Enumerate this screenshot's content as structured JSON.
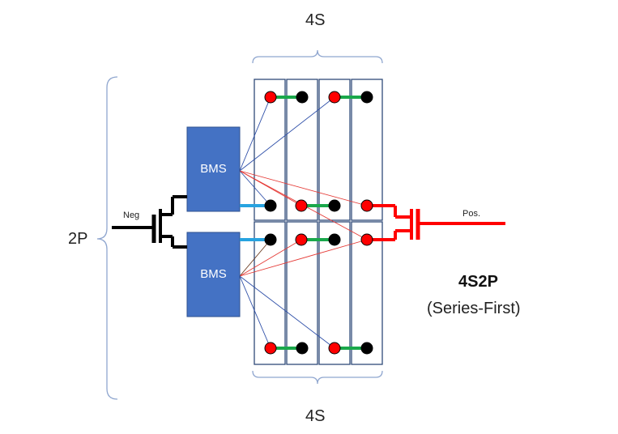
{
  "labels": {
    "top_series": "4S",
    "bottom_series": "4S",
    "parallel": "2P",
    "neg": "Neg",
    "pos": "Pos.",
    "bms_top": "BMS",
    "bms_bottom": "BMS",
    "config_title": "4S2P",
    "config_subtitle": "(Series-First)"
  },
  "colors": {
    "bms_fill": "#4472c4",
    "cell_outline": "#2f4a78",
    "positive_terminal": "#ff0000",
    "negative_terminal": "#000000",
    "series_link": "#1aa84b",
    "bms_link": "#27a3e0",
    "pos_bus": "#ff0000",
    "neg_bus": "#000000",
    "brace": "#8fa6cf",
    "sense_blue": "#2e4fa8",
    "sense_red": "#e53935",
    "sense_brown": "#6b3a1f"
  }
}
